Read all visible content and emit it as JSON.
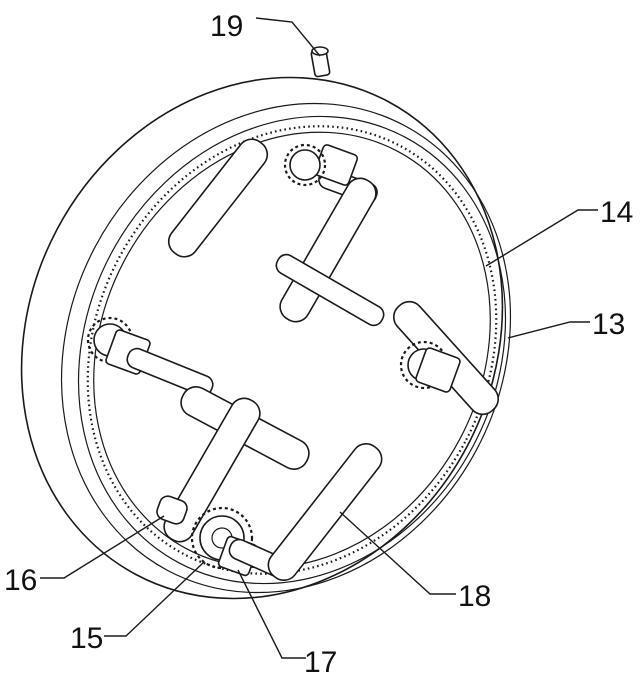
{
  "labels": {
    "l13": "13",
    "l14": "14",
    "l15": "15",
    "l16": "16",
    "l17": "17",
    "l18": "18",
    "l19": "19"
  },
  "colors": {
    "line": "#1a1a1a",
    "background": "#ffffff"
  }
}
